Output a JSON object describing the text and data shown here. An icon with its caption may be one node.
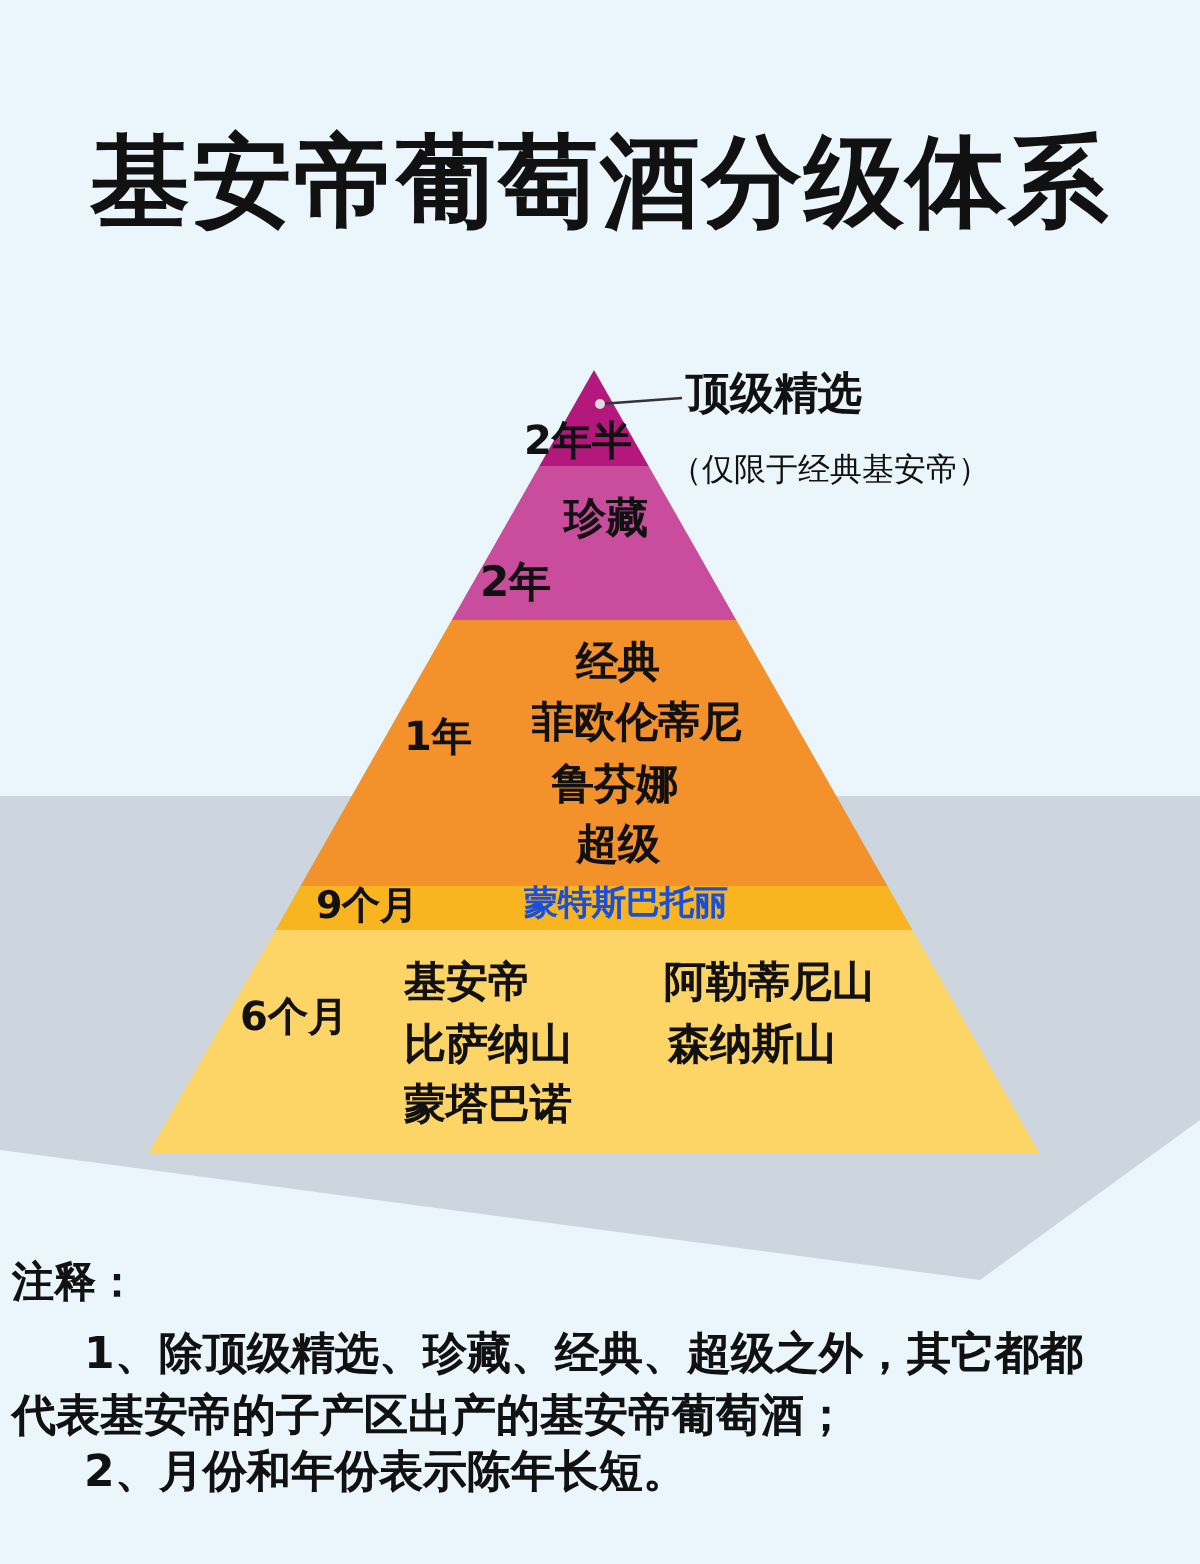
{
  "diagram": {
    "title": "基安帝葡萄酒分级体系",
    "nodes": [
      {
        "text": [
          "2年半"
        ]
      },
      {
        "text": [
          "顶级精选",
          "（仅限于经典基安帝）"
        ]
      },
      {
        "text": [
          "珍藏",
          "2年"
        ]
      },
      {
        "text": [
          "1年",
          "经典",
          "菲欧伦蒂尼",
          "鲁芬娜",
          "超级"
        ]
      },
      {
        "text": [
          "9个月",
          "蒙特斯巴托丽"
        ]
      },
      {
        "text": [
          "6个月",
          "基安帝",
          "阿勒蒂尼山",
          "比萨纳山",
          "森纳斯山",
          "蒙塔巴诺"
        ]
      }
    ],
    "edges": [
      {
        "from": 1,
        "to": 0,
        "arrow": "other"
      }
    ],
    "labels": [
      "注释：",
      "1、除顶级精选、珍藏、经典、超级之外，其它都都代表基安帝的子产区出产的基安帝葡萄酒；",
      "2、月份和年份表示陈年长短。"
    ]
  }
}
